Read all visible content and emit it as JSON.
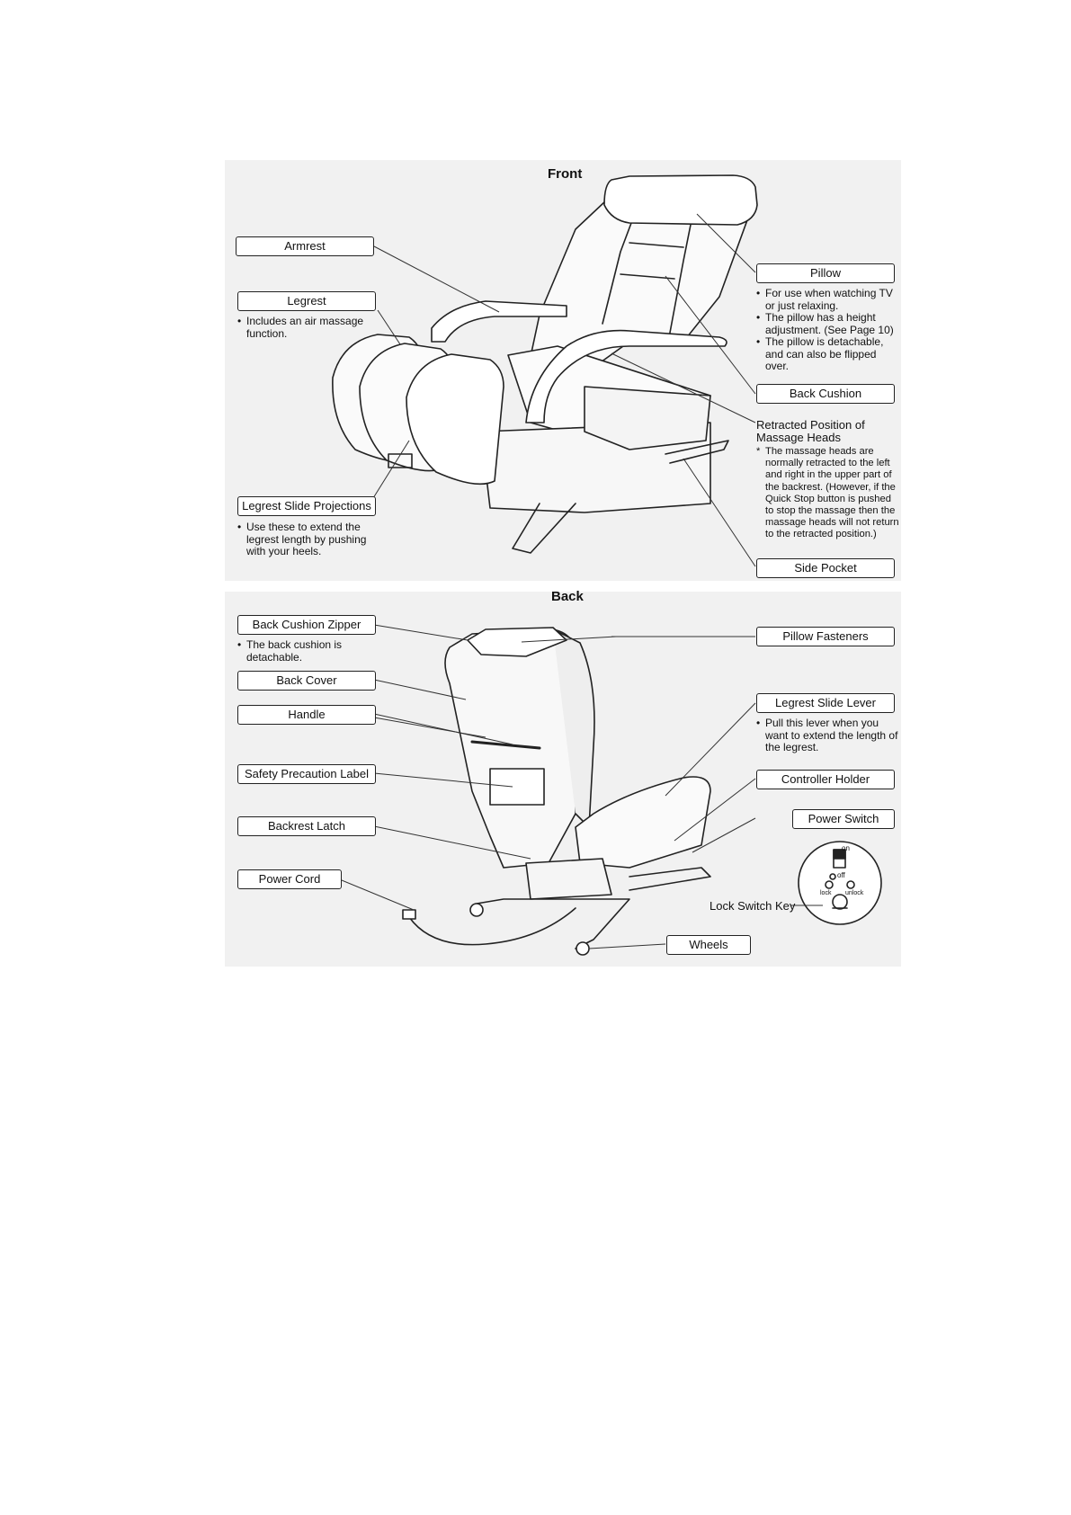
{
  "front": {
    "heading": "Front",
    "armrest": "Armrest",
    "legrest": "Legrest",
    "legrest_note": "Includes an air massage function.",
    "legrest_slide_projections": "Legrest Slide Projections",
    "legrest_slide_projections_note": "Use these to extend the legrest length by pushing with your heels.",
    "pillow": "Pillow",
    "pillow_notes": [
      "For use when watching TV or just relaxing.",
      "The pillow has a height adjustment. (See Page 10)",
      "The pillow is detachable, and can also be flipped over."
    ],
    "back_cushion": "Back Cushion",
    "retracted_title": "Retracted Position of Massage Heads",
    "retracted_note": "The massage heads are normally retracted to the left and right in the upper part of the backrest. (However, if the Quick Stop button is pushed to stop the massage then the massage heads will not return to the retracted position.)",
    "side_pocket": "Side Pocket"
  },
  "back": {
    "heading": "Back",
    "back_cushion_zipper": "Back Cushion Zipper",
    "back_cushion_zipper_note": "The back cushion is detachable.",
    "back_cover": "Back Cover",
    "handle": "Handle",
    "safety_label": "Safety Precaution Label",
    "backrest_latch": "Backrest Latch",
    "power_cord": "Power Cord",
    "pillow_fasteners": "Pillow Fasteners",
    "legrest_slide_lever": "Legrest Slide Lever",
    "legrest_slide_lever_note": "Pull this lever when you want to extend the length of the legrest.",
    "controller_holder": "Controller Holder",
    "power_switch": "Power Switch",
    "lock_switch_key": "Lock Switch Key",
    "wheels": "Wheels",
    "switch_on": "on",
    "switch_off": "off",
    "lock": "lock",
    "unlock": "unlock"
  }
}
